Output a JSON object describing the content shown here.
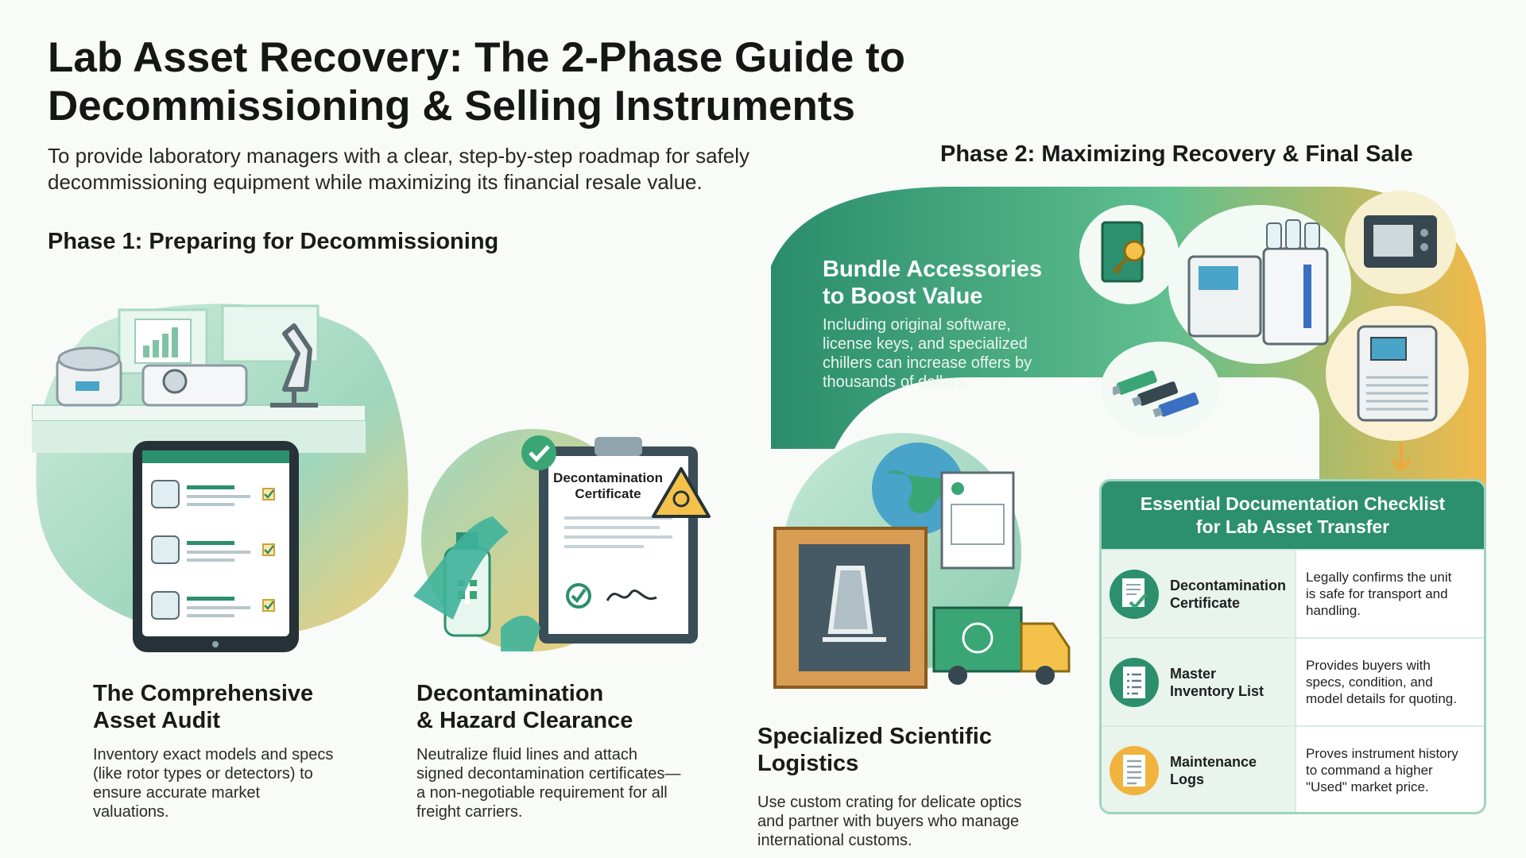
{
  "header": {
    "title_line1": "Lab Asset Recovery: The 2-Phase Guide to",
    "title_line2": "Decommissioning & Selling Instruments",
    "subtitle_line1": "To provide laboratory managers with a clear, step-by-step roadmap for safely",
    "subtitle_line2": "decommissioning equipment while maximizing its financial resale value."
  },
  "phase1": {
    "heading": "Phase 1: Preparing for Decommissioning",
    "audit": {
      "title_line1": "The Comprehensive",
      "title_line2": "Asset Audit",
      "body": [
        "Inventory exact models and specs",
        "(like rotor types or detectors) to",
        "ensure accurate market",
        "valuations."
      ]
    },
    "decon": {
      "certificate_label_line1": "Decontamination",
      "certificate_label_line2": "Certificate",
      "title_line1": "Decontamination",
      "title_line2": "& Hazard Clearance",
      "body": [
        "Neutralize fluid lines and attach",
        "signed decontamination certificates—",
        "a non-negotiable requirement for all",
        "freight carriers."
      ]
    }
  },
  "phase2": {
    "heading": "Phase 2: Maximizing Recovery & Final Sale",
    "bundle": {
      "title_line1": "Bundle Accessories",
      "title_line2": "to Boost Value",
      "body": [
        "Including original software,",
        "license keys, and specialized",
        "chillers can increase offers by",
        "thousands of dollars."
      ]
    },
    "logistics": {
      "title": "Specialized Scientific Logistics",
      "body": [
        "Use custom crating for delicate optics",
        "and partner with buyers who manage",
        "international customs."
      ]
    },
    "checklist": {
      "title_line1": "Essential Documentation Checklist",
      "title_line2": "for Lab Asset Transfer",
      "rows": [
        {
          "name": [
            "Decontamination",
            "Certificate"
          ],
          "desc": [
            "Legally confirms the unit",
            "is safe for transport and",
            "handling."
          ],
          "icon": "certificate-check-icon",
          "color": "#2c8f6e"
        },
        {
          "name": [
            "Master",
            "Inventory List"
          ],
          "desc": [
            "Provides buyers with",
            "specs, condition, and",
            "model details for quoting."
          ],
          "icon": "inventory-list-icon",
          "color": "#2c8f6e"
        },
        {
          "name": [
            "Maintenance",
            "Logs"
          ],
          "desc": [
            "Proves instrument history",
            "to command a higher",
            "\"Used\" market price."
          ],
          "icon": "maintenance-log-icon",
          "color": "#f0b33e"
        }
      ]
    }
  },
  "colors": {
    "teal": "#2c8f6e",
    "mint": "#bfe6d2",
    "yellow": "#f4c24a",
    "orange": "#f0a73a",
    "ink": "#1a1a1a"
  }
}
